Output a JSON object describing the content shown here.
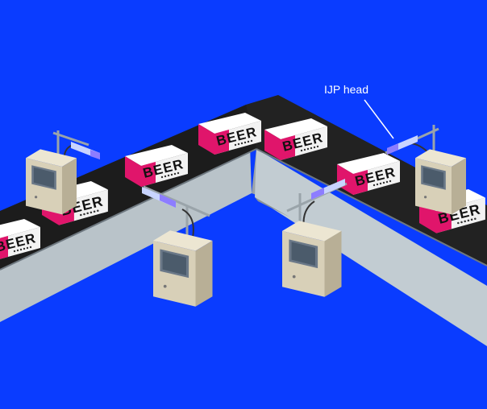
{
  "colors": {
    "background": "#0a3cff",
    "belt": "#1c1c1c",
    "frame_top": "#8f9aa1",
    "frame_side": "#b9c3c9",
    "frame_side_dark": "#9aa4aa",
    "box_white": "#f2f2f2",
    "box_magenta": "#e0156b",
    "cabinet": "#d8d0b8",
    "cabinet_dark": "#b8af96",
    "screen": "#4b5b6b",
    "head": "#c8d4ff",
    "head_glow": "#8d7dff"
  },
  "callout": {
    "label": "IJP head",
    "icon": "leader-line"
  },
  "carton_text": "BEER",
  "machines": [
    {
      "name": "inkjet-printer-left-back"
    },
    {
      "name": "inkjet-printer-left-front"
    },
    {
      "name": "inkjet-printer-right-front"
    },
    {
      "name": "inkjet-printer-right-back"
    }
  ]
}
